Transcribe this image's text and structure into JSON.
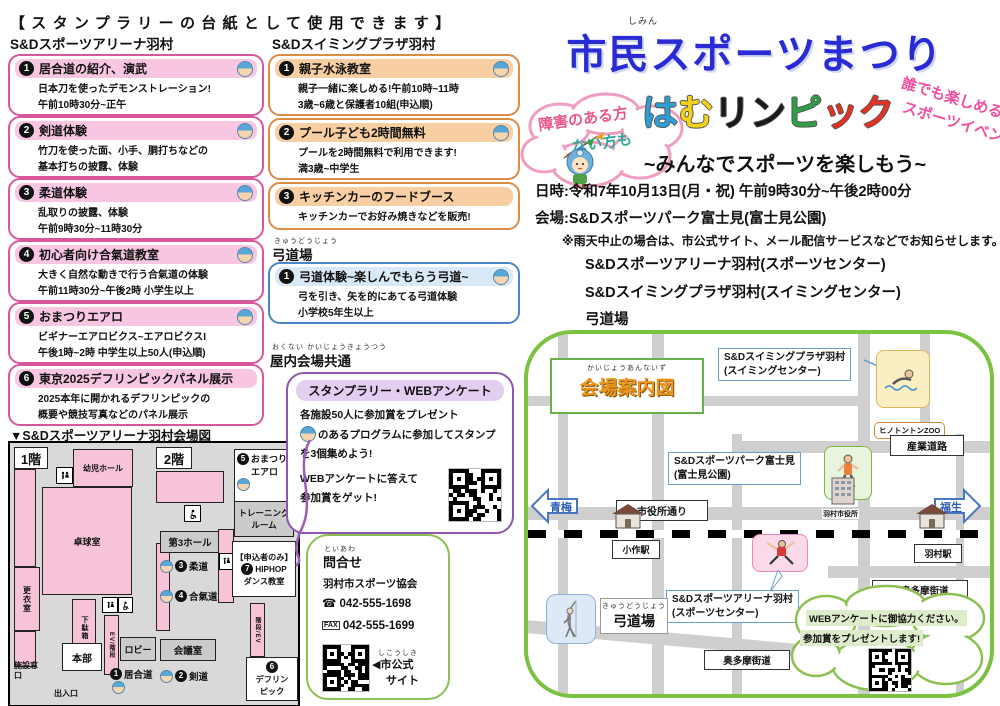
{
  "colors": {
    "c_arena": "#d9569b",
    "c_arena_band": "#f9c6e2",
    "c_swim": "#dd8a45",
    "c_swim_band": "#f7cfa2",
    "c_kyudo": "#4a86c5",
    "c_kyudo_band": "#d9e9f8",
    "c_stamp": "#8e56ae",
    "c_stamp_band": "#e3cdf1",
    "c_contact": "#8cc152",
    "c_map": "#7cc242",
    "c_room_pink": "#f6c3d8",
    "c_hero_blue": "#2b2bd5",
    "c_tagline_pink": "#ef4f9d",
    "c_cloud_pink": "#e8568c",
    "c_cloud_teal": "#2fa89c",
    "c_map_title": "#ef941c",
    "c_arrow_blue": "#2b5fb8"
  },
  "header_note": "【スタンプラリーの台紙として使用できます】",
  "arena": {
    "title": "S&Dスポーツアリーナ羽村",
    "map_heading": "▼S&Dスポーツアリーナ羽村会場図",
    "events": [
      {
        "num": "1",
        "title": "居合道の紹介、演武",
        "lines": [
          "日本刀を使ったデモンストレーション!",
          "午前10時30分~正午"
        ]
      },
      {
        "num": "2",
        "title": "剣道体験",
        "lines": [
          "竹刀を使った面、小手、胴打ちなどの",
          "基本打ちの披露、体験"
        ]
      },
      {
        "num": "3",
        "title": "柔道体験",
        "lines": [
          "乱取りの披露、体験",
          "午前9時30分~11時30分"
        ]
      },
      {
        "num": "4",
        "title": "初心者向け合氣道教室",
        "lines": [
          "大きく自然な動きで行う合氣道の体験",
          "午前11時30分~午後2時 小学生以上"
        ]
      },
      {
        "num": "5",
        "title": "おまつりエアロ",
        "lines": [
          "ビギナーエアロビクス~エアロビクスI",
          "午後1時~2時 中学生以上50人(申込順)"
        ]
      },
      {
        "num": "6",
        "title": "東京2025デフリンピックパネル展示",
        "lines": [
          "2025本年に開かれるデフリンピックの",
          "概要や競技写真などのパネル展示"
        ]
      }
    ]
  },
  "swim": {
    "title": "S&Dスイミングプラザ羽村",
    "events": [
      {
        "num": "1",
        "title": "親子水泳教室",
        "lines": [
          "親子一緒に楽しめる!午前10時~11時",
          "3歳~6歳と保護者10組(申込順)"
        ]
      },
      {
        "num": "2",
        "title": "プール子ども2時間無料",
        "lines": [
          "プールを2時間無料で利用できます!",
          "満3歳~中学生"
        ]
      },
      {
        "num": "3",
        "title": "キッチンカーのフードブース",
        "lines": [
          "キッチンカーでお好み焼きなどを販売!"
        ]
      }
    ]
  },
  "kyudo": {
    "furigana": "きゅうどうじょう",
    "title": "弓道場",
    "event": {
      "num": "1",
      "title": "弓道体験~楽しんでもらう弓道~",
      "lines": [
        "弓を引き、矢を的にあてる弓道体験",
        "小学校5年生以上"
      ]
    }
  },
  "indoor": {
    "furigana": "おくない かいじょうきょうつう",
    "title": "屋内会場共通",
    "stamp_box": {
      "title": "スタンプラリー・WEBアンケート",
      "line1": "各施設50人に参加賞をプレゼント",
      "line2": "のあるプログラムに参加してスタンプ",
      "line3": "を3個集めよう!",
      "line4": "WEBアンケートに答えて",
      "line5": "参加賞をゲット!"
    }
  },
  "contact": {
    "furigana": "といあわ",
    "title": "問合せ",
    "org": "羽村市スポーツ協会",
    "tel_icon": "☎",
    "tel": "042-555-1698",
    "fax_icon": "FAX",
    "fax": "042-555-1699",
    "site_furigana": "しこうしき",
    "site_caption1": "◀市公式",
    "site_caption2": "サイト"
  },
  "hero": {
    "furigana": "しみん",
    "title": "市民スポーツまつり",
    "hamu_chars": [
      {
        "ch": "は",
        "color": "#2d9fd6"
      },
      {
        "ch": "む",
        "color": "#f2d118"
      },
      {
        "ch": "リ",
        "color": "#1a1a1a"
      },
      {
        "ch": "ン",
        "color": "#1a1a1a"
      },
      {
        "ch": "ピ",
        "color": "#2f9e45"
      },
      {
        "ch": "ッ",
        "color": "#e33225"
      },
      {
        "ch": "ク",
        "color": "#e33225"
      }
    ],
    "cloud_line1": "障害のある方",
    "cloud_line2": "ない方も",
    "right_line1": "誰でも楽しめる",
    "right_line2": "スポーツイベント!",
    "tagline": "~みんなでスポーツを楽しもう~"
  },
  "info": {
    "datetime": "日時:令和7年10月13日(月・祝) 午前9時30分~午後2時00分",
    "venue": "会場:S&Dスポーツパーク富士見(富士見公園)",
    "note": "※雨天中止の場合は、市公式サイト、メール配信サービスなどでお知らせします。",
    "venues": [
      "S&Dスポーツアリーナ羽村(スポーツセンター)",
      "S&Dスイミングプラザ羽村(スイミングセンター)",
      "弓道場"
    ]
  },
  "map": {
    "furigana": "かいじょうあんないず",
    "title": "会場案内図",
    "swim_label1": "S&Dスイミングプラザ羽村",
    "swim_label2": "(スイミングセンター)",
    "zoo": "ヒノトントンZOO",
    "sangyo": "産業道路",
    "park_label1": "S&Dスポーツパーク富士見",
    "park_label2": "(富士見公園)",
    "ome": "青梅",
    "fussa": "福生",
    "shiyakusho_dori": "市役所通り",
    "cityhall": "羽村市役所",
    "ozaku": "小作駅",
    "hamura_st": "羽村駅",
    "shin_okutama": "新奥多摩街道",
    "arena_label1": "S&Dスポーツアリーナ羽村",
    "arena_label2": "(スポーツセンター)",
    "kyudo_furigana": "きゅうどうじょう",
    "kyudo": "弓道場",
    "okutama": "奥多摩街道",
    "cloud_line1": "WEBアンケートに御協力ください。",
    "cloud_line2": "参加賞をプレゼントします!"
  },
  "floor": {
    "f1": "1階",
    "f2": "2階",
    "yoji": "幼児ホール",
    "takkyu": "卓球室",
    "koui": "更衣室",
    "getabako": "下駄箱",
    "honbu": "本部",
    "lobby": "ロビー",
    "ev_kaidan": "EV/階段",
    "shisetsu": "施設窓口",
    "deiri": "出入口",
    "hall3": "第3ホール",
    "kaigi": "会議室",
    "training1": "トレーニング",
    "training2": "ルーム",
    "moushikomi": "【申込者のみ】",
    "dance": "ダンス教室",
    "kaidan_ev": "階段/EV",
    "iai": {
      "num": "1",
      "label": "居合道"
    },
    "kendo": {
      "num": "2",
      "label": "剣道"
    },
    "judo": {
      "num": "3",
      "label": "柔道"
    },
    "aikido": {
      "num": "4",
      "label": "合氣道"
    },
    "aero": {
      "num": "5",
      "label1": "おまつり",
      "label2": "エアロ"
    },
    "deaf": {
      "num": "6",
      "label1": "デフリン",
      "label2": "ピック"
    },
    "hiphop": {
      "num": "7",
      "label": "HIPHOP"
    }
  }
}
